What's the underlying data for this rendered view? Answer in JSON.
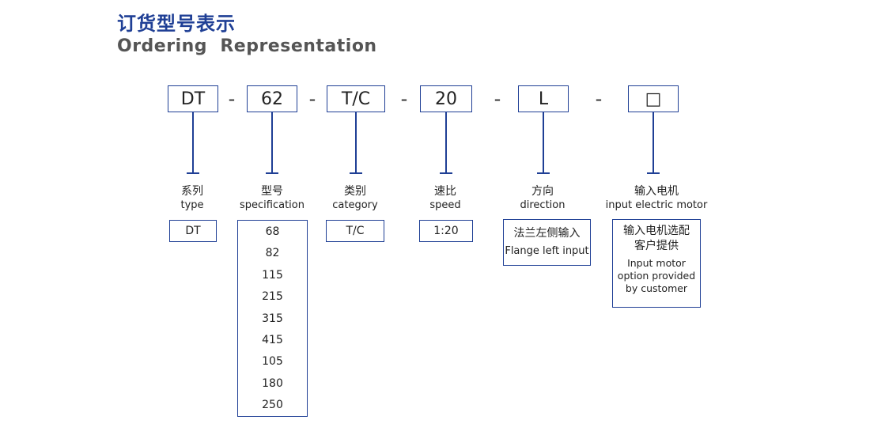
{
  "header": {
    "title_cn": "订货型号表示",
    "title_en": "Ordering  Representation"
  },
  "code": {
    "segments": [
      "DT",
      "62",
      "T/C",
      "20",
      "L",
      "□"
    ],
    "separator": "-"
  },
  "fields": [
    {
      "cn": "系列",
      "en": "type"
    },
    {
      "cn": "型号",
      "en": "specification"
    },
    {
      "cn": "类别",
      "en": "category"
    },
    {
      "cn": "速比",
      "en": "speed"
    },
    {
      "cn": "方向",
      "en": "direction"
    },
    {
      "cn": "输入电机",
      "en": "input electric motor"
    }
  ],
  "options": {
    "type": "DT",
    "specification": [
      "68",
      "82",
      "115",
      "215",
      "315",
      "415",
      "105",
      "180",
      "250"
    ],
    "category": "T/C",
    "speed": "1:20",
    "direction": {
      "cn": "法兰左侧输入",
      "en": "Flange left input"
    },
    "motor": {
      "cn_line1": "输入电机选配",
      "cn_line2": "客户提供",
      "en_line1": "Input motor",
      "en_line2": "option provided",
      "en_line3": "by customer"
    }
  },
  "colors": {
    "accent": "#1f3f95"
  }
}
